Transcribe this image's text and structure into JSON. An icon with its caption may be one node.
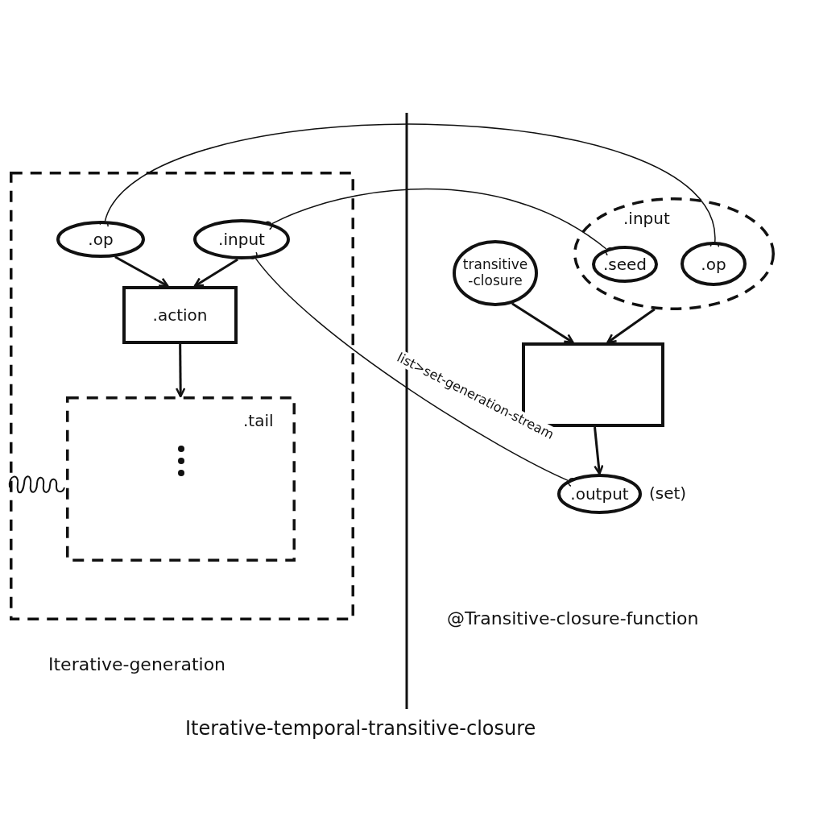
{
  "diagram": {
    "title": "Iterative-temporal-transitive-closure",
    "nodes": [
      {
        "text": [
          "Iterative-generation"
        ]
      },
      {
        "text": [
          ".op"
        ],
        "in": 0
      },
      {
        "text": [
          ".input"
        ],
        "in": 0
      },
      {
        "text": [
          ".action"
        ],
        "in": 0
      },
      {
        "text": [
          ".tail"
        ],
        "in": 0
      },
      {
        "text": [
          "transitive-closure"
        ]
      },
      {
        "text": [
          ".input"
        ]
      },
      {
        "text": [
          ".seed"
        ],
        "in": 6
      },
      {
        "text": [
          ".op"
        ],
        "in": 6
      },
      {
        "text": [],
        "shape": "box"
      },
      {
        "text": [
          ".output"
        ],
        "beside": [
          "(set)"
        ]
      }
    ],
    "edges": [
      {
        "from": 1,
        "to": 3,
        "arrow": "to"
      },
      {
        "from": 2,
        "to": 3,
        "arrow": "to"
      },
      {
        "from": 3,
        "to": 4,
        "arrow": "to"
      },
      {
        "from": 8,
        "to": 1,
        "arrow": "other"
      },
      {
        "from": 7,
        "to": 2,
        "arrow": "other"
      },
      {
        "from": 2,
        "to": 10,
        "arrow": "other",
        "label": "list>set-generation-stream"
      },
      {
        "from": 5,
        "to": 9,
        "arrow": "to"
      },
      {
        "from": 6,
        "to": 9,
        "arrow": "to"
      },
      {
        "from": 9,
        "to": 10,
        "arrow": "to"
      }
    ],
    "labels": [
      "@Transitive-closure-function"
    ]
  }
}
